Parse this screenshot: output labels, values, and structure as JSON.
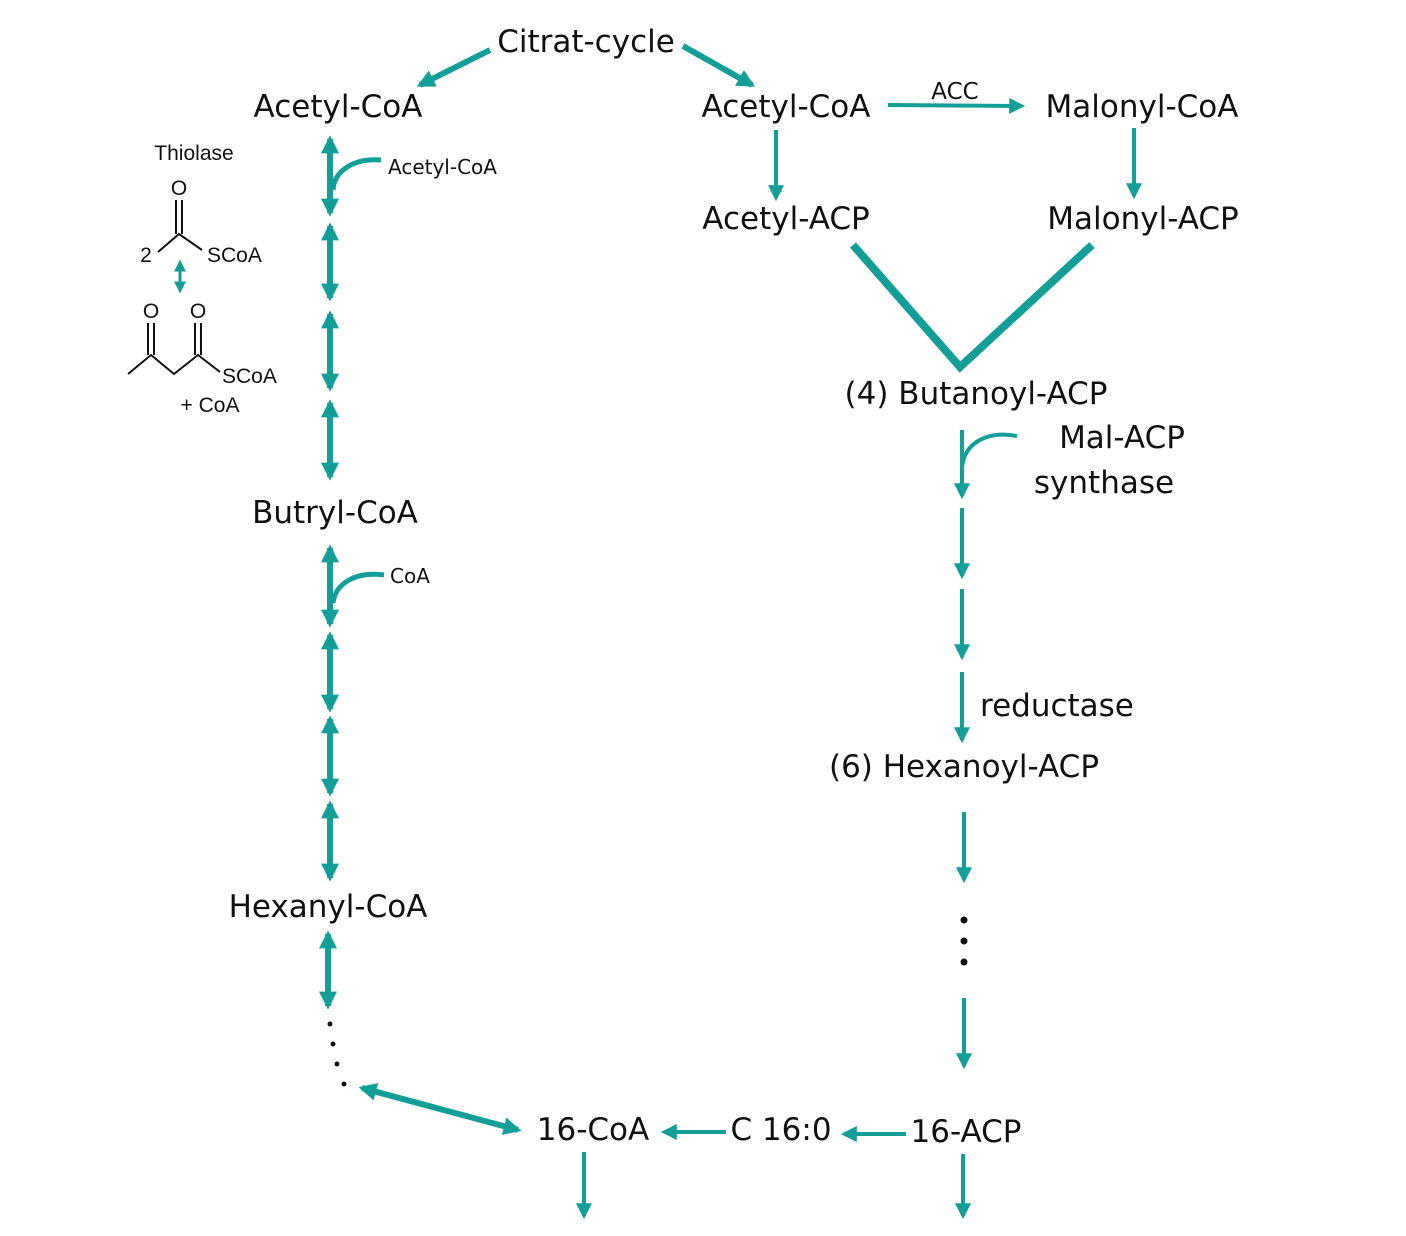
{
  "colors": {
    "arrow": "#139e97",
    "text": "#111111",
    "background": "#ffffff"
  },
  "nodes": {
    "citrat_cycle": "Citrat-cycle",
    "acetyl_coa_left": "Acetyl-CoA",
    "acetyl_coa_right": "Acetyl-CoA",
    "malonyl_coa": "Malonyl-CoA",
    "acetyl_acp": "Acetyl-ACP",
    "malonyl_acp": "Malonyl-ACP",
    "butanoyl_acp": "(4) Butanoyl-ACP",
    "butryl_coa": "Butryl-CoA",
    "hexanyl_coa": "Hexanyl-CoA",
    "hexanoyl_acp": "(6) Hexanoyl-ACP",
    "c16_coa": "16-CoA",
    "c16_0": "C 16:0",
    "c16_acp": "16-ACP"
  },
  "labels": {
    "acc": "ACC",
    "thiolase": "Thiolase",
    "acetyl_coa_input": "Acetyl-CoA",
    "coa_output": "CoA",
    "mal_acp": "Mal-ACP",
    "synthase": "synthase",
    "reductase": "reductase"
  },
  "inset": {
    "oxygen": "O",
    "coefficient": "2",
    "scoa": "SCoA",
    "plus_coa": "+ CoA"
  }
}
